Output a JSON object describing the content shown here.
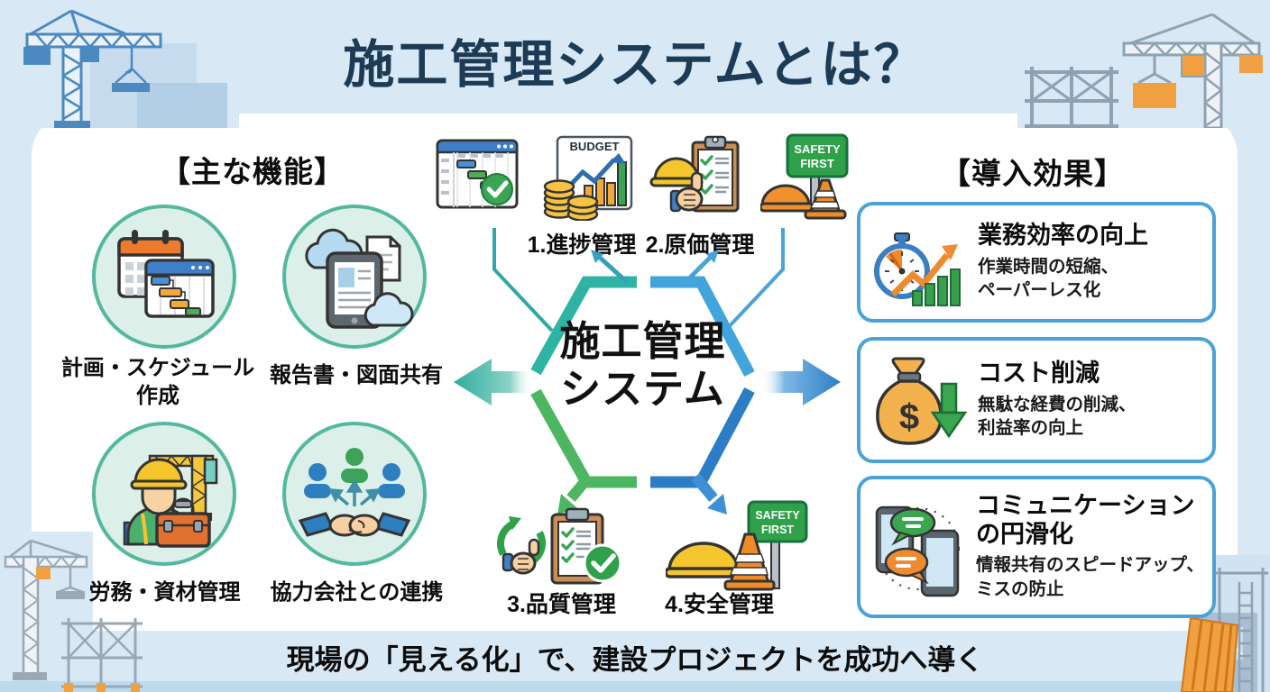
{
  "title": "施工管理システムとは？",
  "left_section": {
    "heading": "【主な機能】",
    "items": [
      {
        "label": "計画・スケジュール\n作成"
      },
      {
        "label": "報告書・図面共有"
      },
      {
        "label": "労務・資材管理"
      },
      {
        "label": "協力会社との連携"
      }
    ]
  },
  "center": {
    "hexagon": {
      "line1": "施工管理",
      "line2": "システム"
    },
    "top_items": [
      {
        "label": "1.進捗管理"
      },
      {
        "label": "2.原価管理"
      }
    ],
    "bottom_items": [
      {
        "label": "3.品質管理"
      },
      {
        "label": "4.安全管理"
      }
    ],
    "budget_sign": "BUDGET",
    "safety_sign": {
      "line1": "SAFETY",
      "line2": "FIRST"
    },
    "dollar_glyph": "$"
  },
  "right_section": {
    "heading": "【導入効果】",
    "items": [
      {
        "title": "業務効率の向上",
        "desc": "作業時間の短縮、\nペーパーレス化"
      },
      {
        "title": "コスト削減",
        "desc": "無駄な経費の削減、\n利益率の向上"
      },
      {
        "title": "コミュニケーション\nの円滑化",
        "desc": "情報共有のスピードアップ、\nミスの防止"
      }
    ]
  },
  "footer": {
    "tagline": "現場の「見える化」で、建設プロジェクトを成功へ導く"
  },
  "colors": {
    "background": "#d8e9f5",
    "card": "#ffffff",
    "title_navy": "#1d3b55",
    "teal": "#2fb3a3",
    "green": "#4cb661",
    "blue_light": "#42a4dc",
    "blue_dark": "#2b7ec6",
    "box_border": "#4aa3d8",
    "circle_fill": "#dcefe8",
    "circle_border": "#53b89e"
  }
}
